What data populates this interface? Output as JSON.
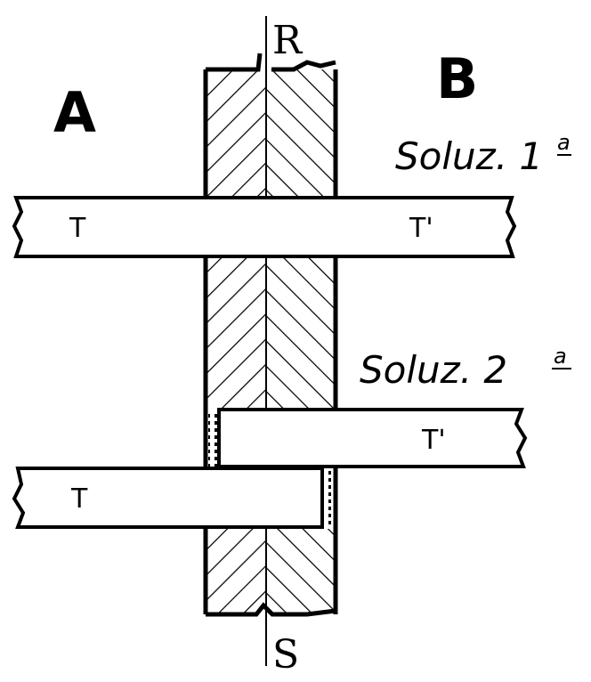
{
  "labels": {
    "side_a": "A",
    "side_b": "B",
    "top_axis": "R",
    "bottom_axis": "S",
    "solution_1": "Soluz. 1",
    "solution_1_sup": "a",
    "solution_2": "Soluz. 2",
    "solution_2_sup": "a",
    "beam_left": "T",
    "beam_right": "T'"
  },
  "colors": {
    "ink": "#000000",
    "paper": "#ffffff"
  }
}
